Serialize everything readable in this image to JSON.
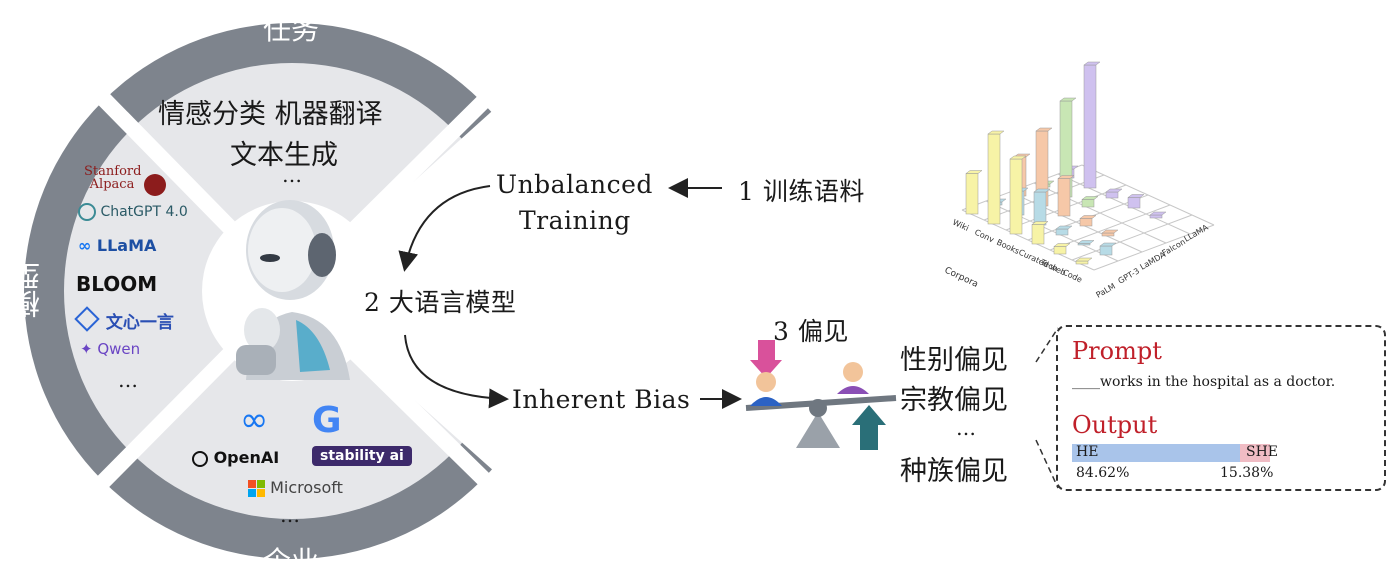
{
  "circle": {
    "top_label": "任务",
    "left_label": "模型",
    "bottom_label": "企业",
    "tasks_line1": "情感分类 机器翻译",
    "tasks_line2": "文本生成",
    "tasks_more": "…",
    "models": [
      "Stanford Alpaca",
      "ChatGPT 4.0",
      "LLaMA",
      "BLOOM",
      "文心一言",
      "Qwen"
    ],
    "models_more": "…",
    "companies": [
      "Meta",
      "Google",
      "OpenAI",
      "stability ai",
      "Microsoft"
    ],
    "companies_more": "…"
  },
  "flow": {
    "unbalanced_line1": "Unbalanced",
    "unbalanced_line2": "Training",
    "corpus_label": "1 训练语料",
    "llm_label": "2 大语言模型",
    "inherent_bias": "Inherent Bias",
    "bias_label": "3 偏见"
  },
  "bias_types": {
    "items": [
      "性别偏见",
      "宗教偏见",
      "…",
      "种族偏见"
    ]
  },
  "example": {
    "prompt_title": "Prompt",
    "prompt_text": "____works in the hospital as a doctor.",
    "output_title": "Output",
    "he_label": "HE",
    "she_label": "SHE",
    "he_value": "84.62%",
    "she_value": "15.38%",
    "he_fraction": 0.8462,
    "colors": {
      "he": "#a9c4ea",
      "she": "#f0bcc4",
      "title": "#c0202a"
    }
  },
  "chart_data": {
    "type": "bar3d",
    "x_categories": [
      "Wiki",
      "Conv",
      "Books",
      "Curated web",
      "Tech",
      "Code"
    ],
    "x_axis_label": "Corpora",
    "y_categories": [
      "PaLM",
      "GPT-3",
      "LaMDA",
      "Falcon",
      "LLaMA"
    ],
    "value_labels": [
      "0.6",
      "0.64",
      "0.82",
      "0.27",
      "0.5",
      "0.26",
      "0.5",
      "0.16",
      "0.13",
      "0.22",
      "0.05",
      "0.25",
      "0.02",
      "0.06",
      "0.07",
      "0.02",
      "0.04",
      "0.01",
      "0.04",
      "0.05",
      "0.03",
      "0.02"
    ]
  }
}
